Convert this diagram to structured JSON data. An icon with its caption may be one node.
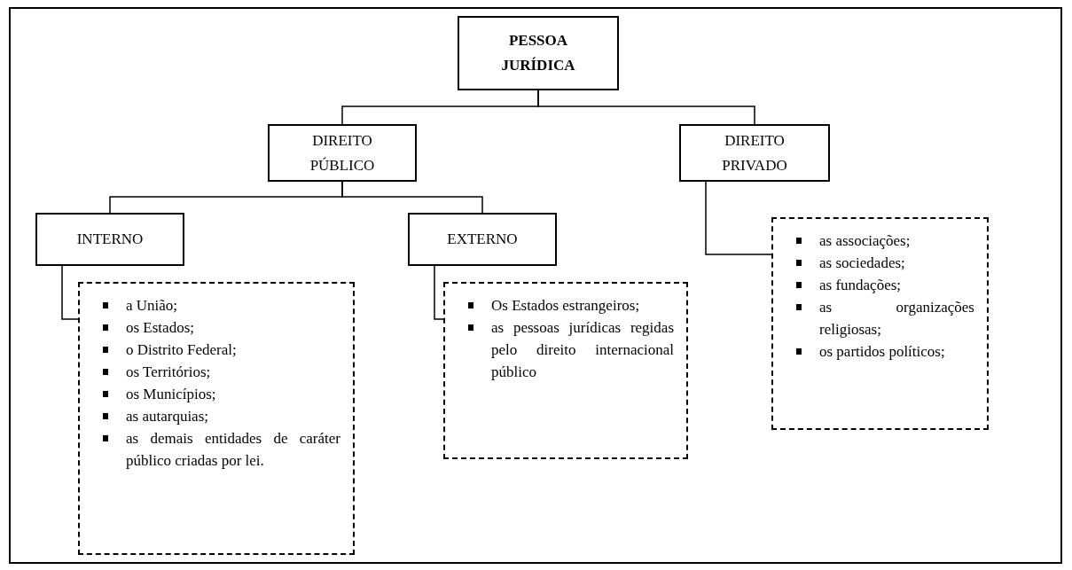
{
  "diagram": {
    "nodes": [
      {
        "text": [
          "PESSOA JURÍDICA"
        ]
      },
      {
        "text": [
          "DIREITO PÚBLICO"
        ]
      },
      {
        "text": [
          "DIREITO PRIVADO"
        ]
      },
      {
        "text": [
          "INTERNO"
        ]
      },
      {
        "text": [
          "EXTERNO"
        ]
      },
      {
        "text": [
          "a União;",
          "os Estados;",
          "o Distrito Federal;",
          "os Territórios;",
          "os Municípios;",
          "as autarquias;",
          "as demais entidades de caráter público criadas por lei."
        ]
      },
      {
        "text": [
          "Os Estados estrangeiros;",
          "as pessoas jurídicas regidas pelo direito internacional público"
        ]
      },
      {
        "text": [
          "as associações;",
          "as sociedades;",
          "as fundações;",
          "as organizações religiosas;",
          "os partidos políticos;"
        ]
      }
    ],
    "edges": [
      {
        "from": 0,
        "to": 1,
        "arrow": "none"
      },
      {
        "from": 0,
        "to": 2,
        "arrow": "none"
      },
      {
        "from": 1,
        "to": 3,
        "arrow": "none"
      },
      {
        "from": 1,
        "to": 4,
        "arrow": "none"
      },
      {
        "from": 3,
        "to": 5,
        "arrow": "none"
      },
      {
        "from": 4,
        "to": 6,
        "arrow": "none"
      },
      {
        "from": 2,
        "to": 7,
        "arrow": "none"
      }
    ]
  }
}
